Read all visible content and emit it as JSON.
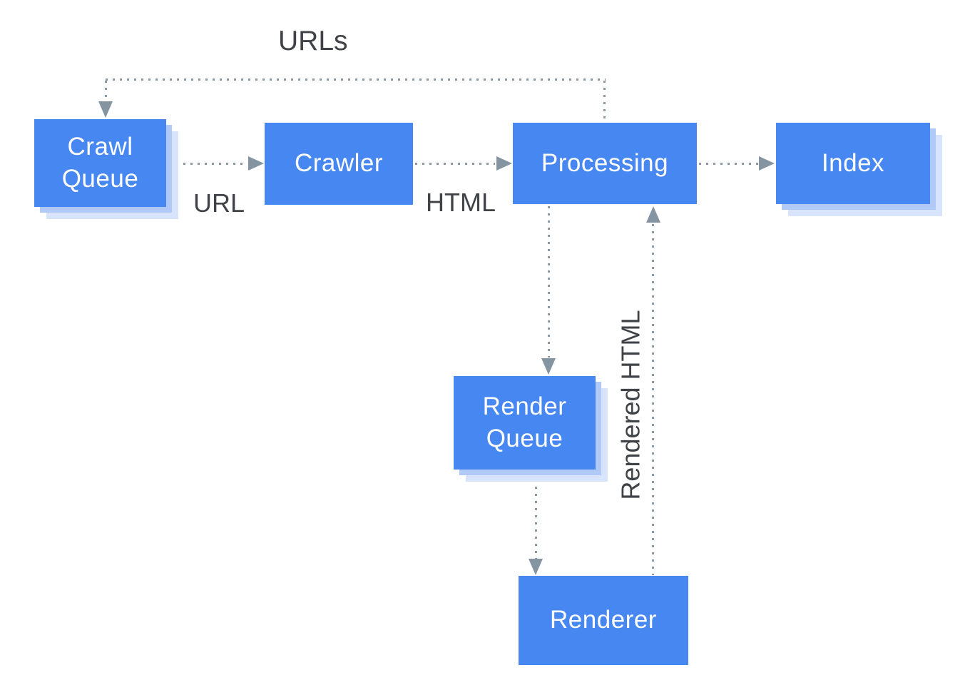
{
  "diagram": {
    "colors": {
      "bg": "#ffffff",
      "box": "#4787f2",
      "box_text": "#ffffff",
      "shadow1": "#b0c9f6",
      "shadow2": "#d7e4fb",
      "dot": "#8b9aa5",
      "arrow": "#8495a1",
      "label_text": "#3f4347"
    },
    "nodes": [
      {
        "id": "crawl-queue",
        "label": "Crawl Queue",
        "stacked_shadow": true
      },
      {
        "id": "crawler",
        "label": "Crawler",
        "stacked_shadow": false
      },
      {
        "id": "processing",
        "label": "Processing",
        "stacked_shadow": false
      },
      {
        "id": "index",
        "label": "Index",
        "stacked_shadow": true
      },
      {
        "id": "render-queue",
        "label": "Render Queue",
        "stacked_shadow": true
      },
      {
        "id": "renderer",
        "label": "Renderer",
        "stacked_shadow": false
      }
    ],
    "edges": [
      {
        "from": "processing",
        "to": "crawl-queue",
        "label": "URLs",
        "style": "dotted"
      },
      {
        "from": "crawl-queue",
        "to": "crawler",
        "label": "URL",
        "style": "dotted"
      },
      {
        "from": "crawler",
        "to": "processing",
        "label": "HTML",
        "style": "dotted"
      },
      {
        "from": "processing",
        "to": "index",
        "label": "",
        "style": "dotted"
      },
      {
        "from": "processing",
        "to": "render-queue",
        "label": "",
        "style": "dotted"
      },
      {
        "from": "render-queue",
        "to": "renderer",
        "label": "",
        "style": "dotted"
      },
      {
        "from": "renderer",
        "to": "processing",
        "label": "Rendered HTML",
        "style": "dotted"
      }
    ]
  }
}
